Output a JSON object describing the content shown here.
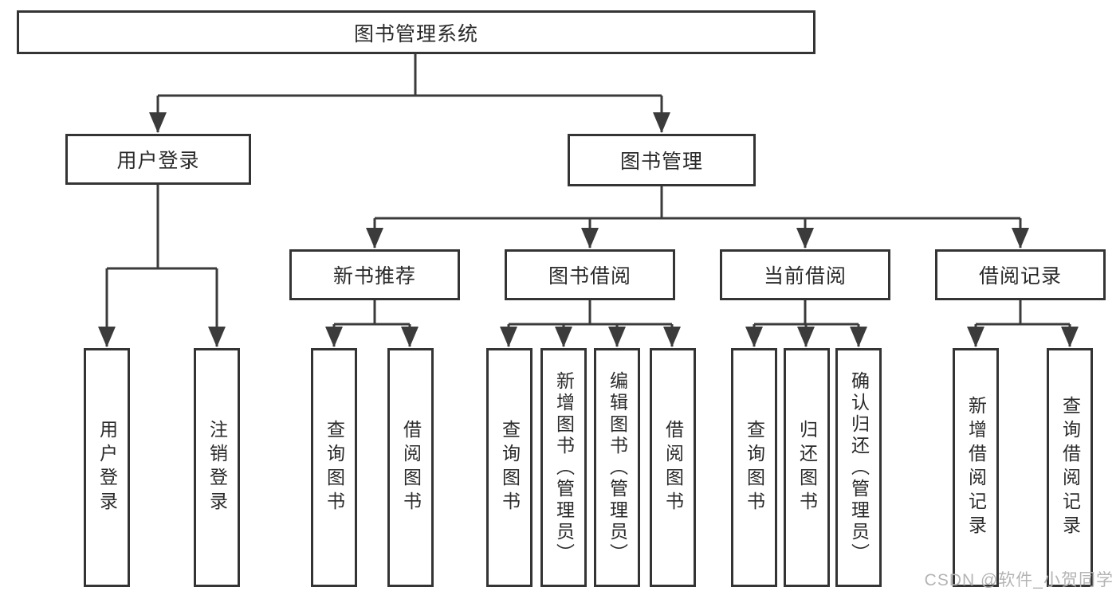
{
  "diagram": {
    "tree": {
      "root": {
        "label": "图书管理系统"
      },
      "branches": [
        {
          "label": "用户登录",
          "children": [
            {
              "label": "用户登录"
            },
            {
              "label": "注销登录"
            }
          ]
        },
        {
          "label": "图书管理",
          "children": [
            {
              "label": "新书推荐",
              "children": [
                {
                  "label": "查询图书"
                },
                {
                  "label": "借阅图书"
                }
              ]
            },
            {
              "label": "图书借阅",
              "children": [
                {
                  "label": "查询图书"
                },
                {
                  "label": "新增图书（管理员）"
                },
                {
                  "label": "编辑图书（管理员）"
                },
                {
                  "label": "借阅图书"
                }
              ]
            },
            {
              "label": "当前借阅",
              "children": [
                {
                  "label": "查询图书"
                },
                {
                  "label": "归还图书"
                },
                {
                  "label": "确认归还（管理员）"
                }
              ]
            },
            {
              "label": "借阅记录",
              "children": [
                {
                  "label": "新增借阅记录"
                },
                {
                  "label": "查询借阅记录"
                }
              ]
            }
          ]
        }
      ]
    },
    "colors": {
      "line": "#3b3b3b",
      "box_border": "#343434",
      "text": "#2a2a2a",
      "background": "#ffffff",
      "watermark": "#b4b4b4"
    }
  },
  "watermark": {
    "text": "CSDN @软件_小贺同学"
  }
}
